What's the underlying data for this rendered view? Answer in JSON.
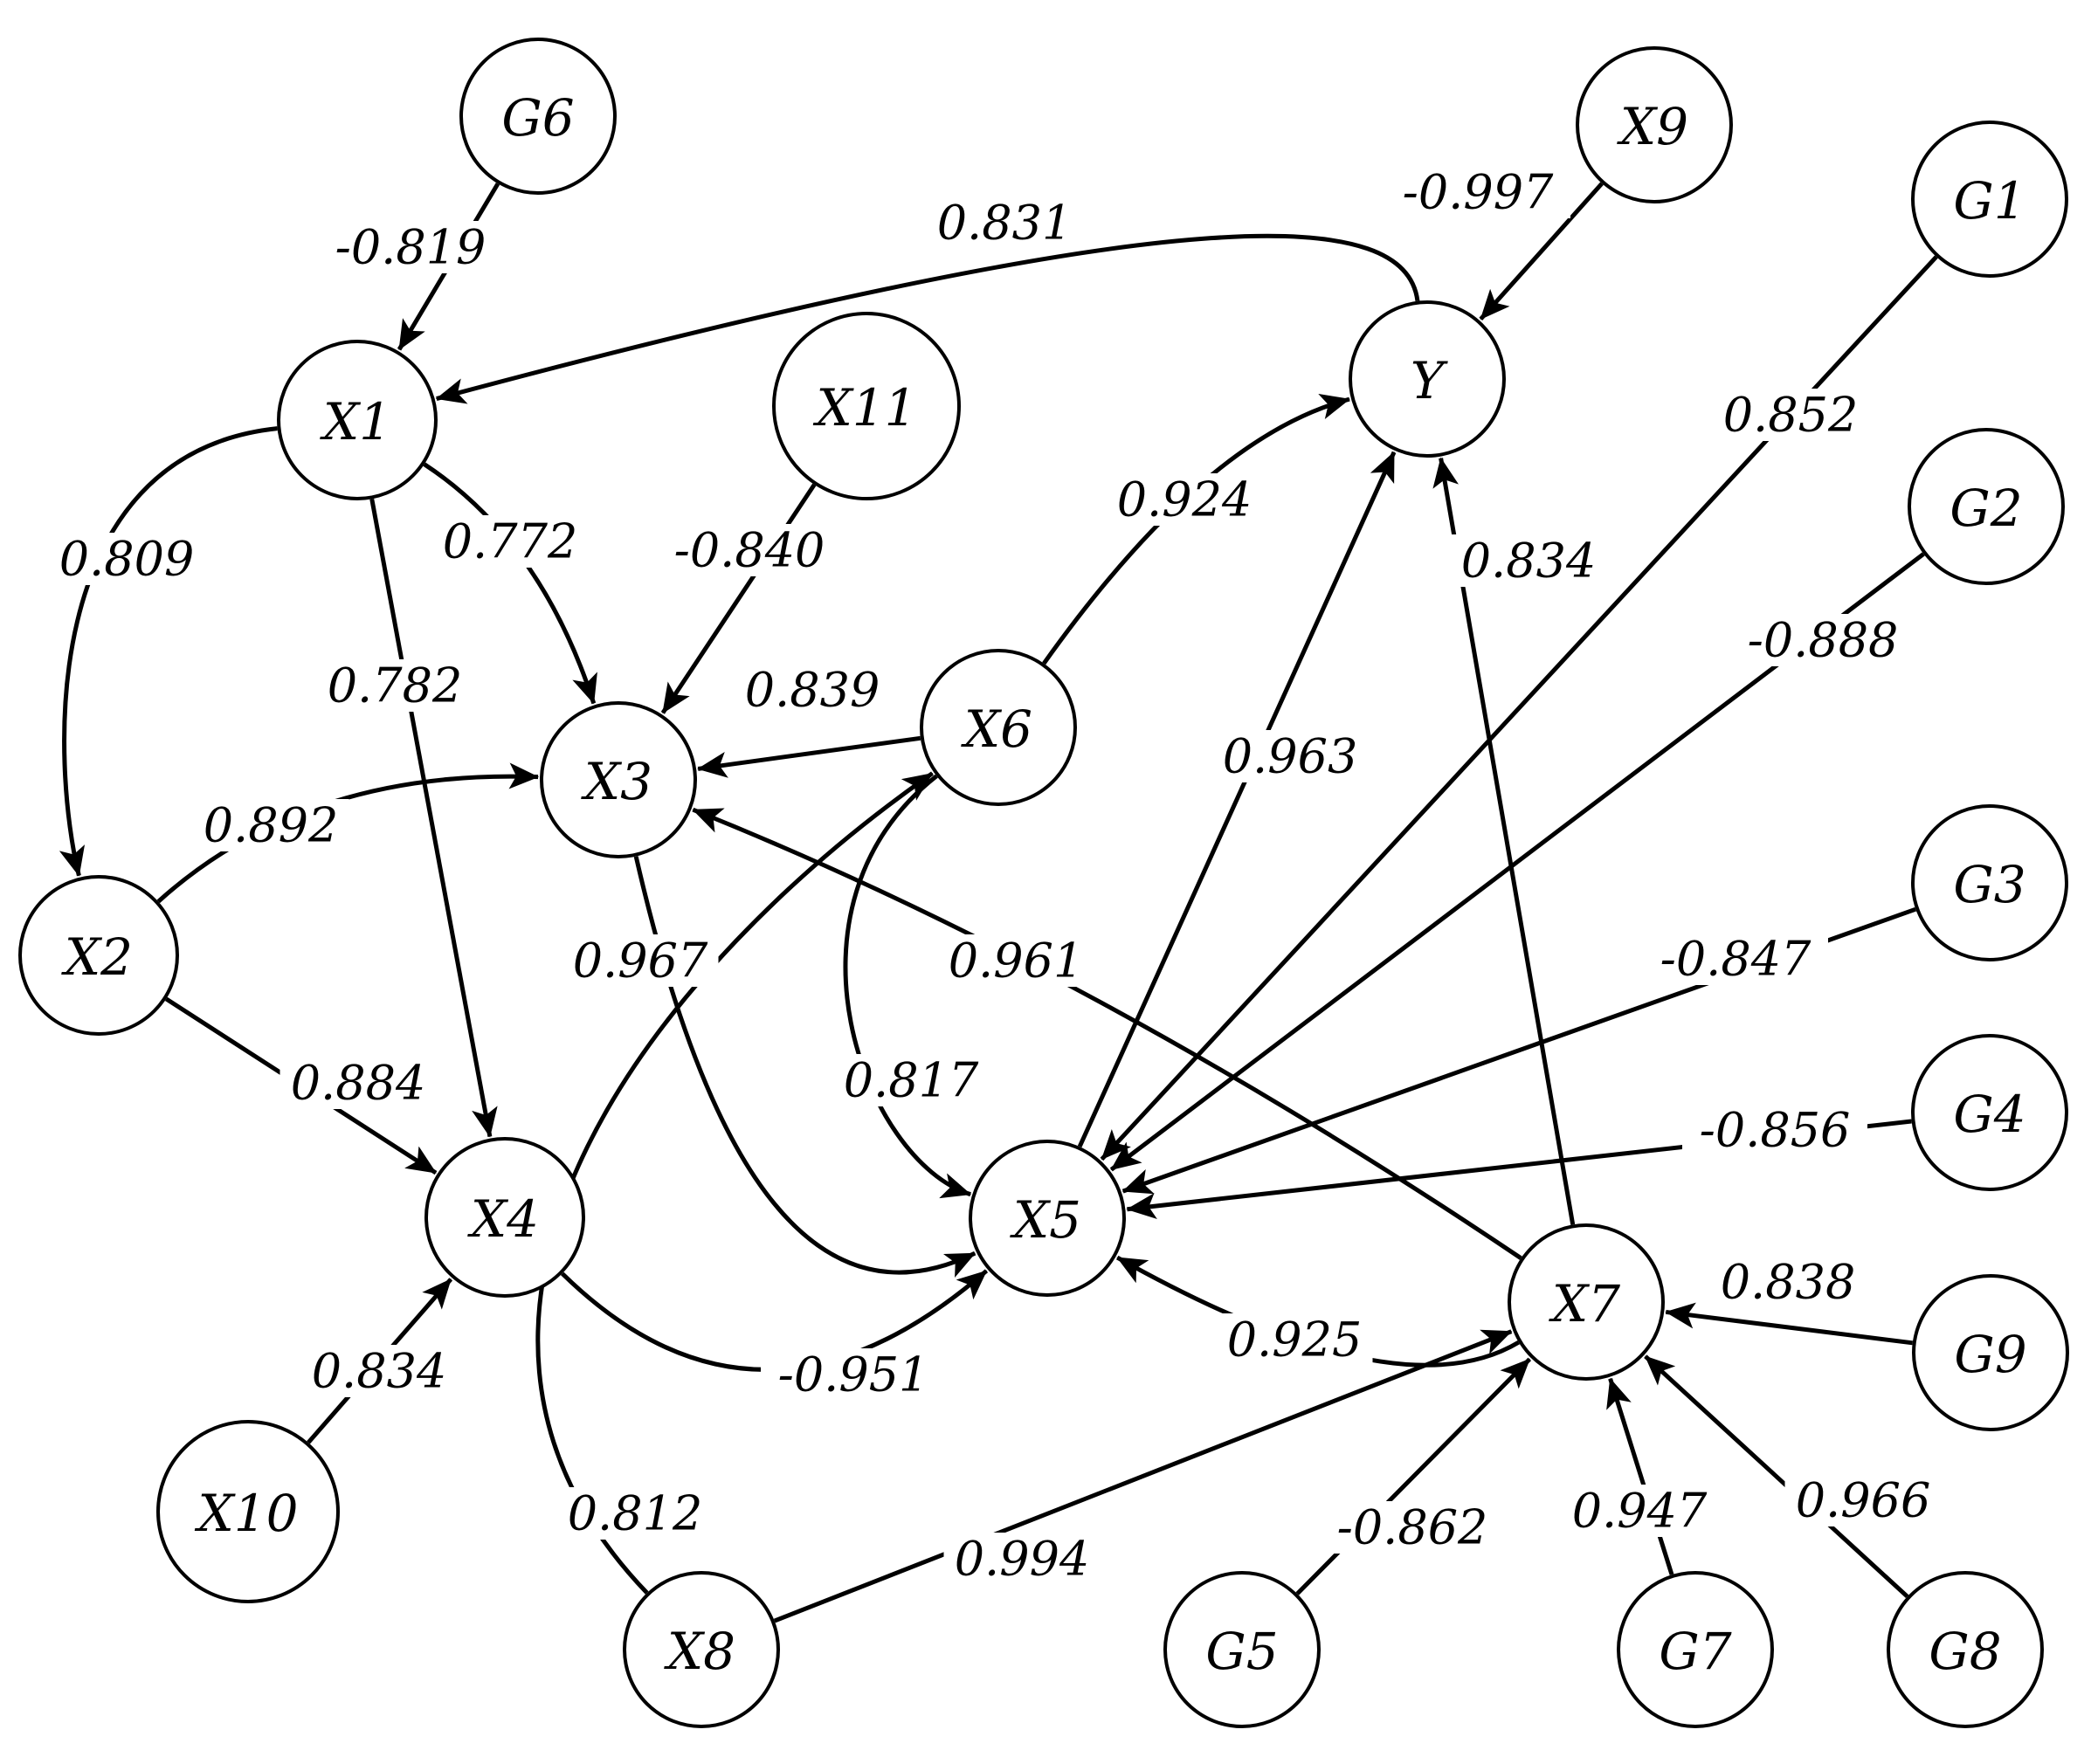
{
  "nodes": [
    {
      "id": "G6",
      "label": "G6"
    },
    {
      "id": "X9",
      "label": "X9"
    },
    {
      "id": "G1",
      "label": "G1"
    },
    {
      "id": "X1",
      "label": "X1"
    },
    {
      "id": "X11",
      "label": "X11"
    },
    {
      "id": "Y",
      "label": "Y"
    },
    {
      "id": "G2",
      "label": "G2"
    },
    {
      "id": "X6",
      "label": "X6"
    },
    {
      "id": "X3",
      "label": "X3"
    },
    {
      "id": "X2",
      "label": "X2"
    },
    {
      "id": "G3",
      "label": "G3"
    },
    {
      "id": "G4",
      "label": "G4"
    },
    {
      "id": "X4",
      "label": "X4"
    },
    {
      "id": "X5",
      "label": "X5"
    },
    {
      "id": "X7",
      "label": "X7"
    },
    {
      "id": "G9",
      "label": "G9"
    },
    {
      "id": "X10",
      "label": "X10"
    },
    {
      "id": "X8",
      "label": "X8"
    },
    {
      "id": "G5",
      "label": "G5"
    },
    {
      "id": "G7",
      "label": "G7"
    },
    {
      "id": "G8",
      "label": "G8"
    }
  ],
  "edges": [
    {
      "from": "G6",
      "to": "X1",
      "label": "-0.819"
    },
    {
      "from": "Y",
      "to": "X1",
      "label": "0.831"
    },
    {
      "from": "X9",
      "to": "Y",
      "label": "-0.997"
    },
    {
      "from": "X1",
      "to": "X2",
      "label": "0.809"
    },
    {
      "from": "X1",
      "to": "X3",
      "label": "0.772"
    },
    {
      "from": "X1",
      "to": "X4",
      "label": "0.782"
    },
    {
      "from": "X11",
      "to": "X3",
      "label": "-0.840"
    },
    {
      "from": "X6",
      "to": "Y",
      "label": "0.924"
    },
    {
      "from": "X6",
      "to": "X3",
      "label": "0.839"
    },
    {
      "from": "X2",
      "to": "X3",
      "label": "0.892"
    },
    {
      "from": "X2",
      "to": "X4",
      "label": "0.884"
    },
    {
      "from": "X3",
      "to": "X5",
      "label": "0.967"
    },
    {
      "from": "X7",
      "to": "X3",
      "label": "0.961"
    },
    {
      "from": "X6",
      "to": "X5",
      "label": "0.817"
    },
    {
      "from": "X5",
      "to": "Y",
      "label": "0.963"
    },
    {
      "from": "X7",
      "to": "Y",
      "label": "0.834"
    },
    {
      "from": "G1",
      "to": "X5",
      "label": "0.852"
    },
    {
      "from": "G2",
      "to": "X5",
      "label": "-0.888"
    },
    {
      "from": "G3",
      "to": "X5",
      "label": "-0.847"
    },
    {
      "from": "G4",
      "to": "X5",
      "label": "-0.856"
    },
    {
      "from": "X4",
      "to": "X5",
      "label": "-0.951"
    },
    {
      "from": "X7",
      "to": "X5",
      "label": "0.925"
    },
    {
      "from": "X10",
      "to": "X4",
      "label": "0.834"
    },
    {
      "from": "X8",
      "to": "X6",
      "label": "0.812"
    },
    {
      "from": "X8",
      "to": "X7",
      "label": "0.994"
    },
    {
      "from": "G5",
      "to": "X7",
      "label": "-0.862"
    },
    {
      "from": "G7",
      "to": "X7",
      "label": "0.947"
    },
    {
      "from": "G8",
      "to": "X7",
      "label": "0.966"
    },
    {
      "from": "G9",
      "to": "X7",
      "label": "0.838"
    }
  ]
}
